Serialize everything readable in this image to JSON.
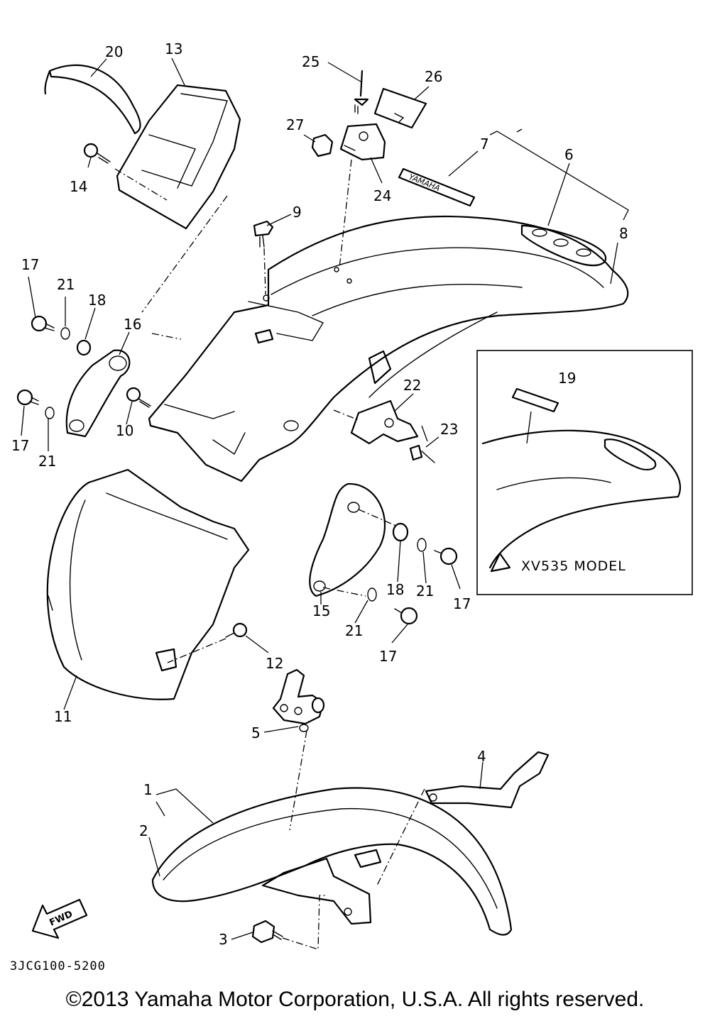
{
  "diagram": {
    "callouts": [
      {
        "id": "c20",
        "label": "20"
      },
      {
        "id": "c13",
        "label": "13"
      },
      {
        "id": "c14",
        "label": "14"
      },
      {
        "id": "c25",
        "label": "25"
      },
      {
        "id": "c26",
        "label": "26"
      },
      {
        "id": "c27",
        "label": "27"
      },
      {
        "id": "c24",
        "label": "24"
      },
      {
        "id": "c7",
        "label": "7"
      },
      {
        "id": "c6",
        "label": "6"
      },
      {
        "id": "c8",
        "label": "8"
      },
      {
        "id": "c9",
        "label": "9"
      },
      {
        "id": "c17a",
        "label": "17"
      },
      {
        "id": "c21a",
        "label": "21"
      },
      {
        "id": "c18a",
        "label": "18"
      },
      {
        "id": "c16",
        "label": "16"
      },
      {
        "id": "c17b",
        "label": "17"
      },
      {
        "id": "c21b",
        "label": "21"
      },
      {
        "id": "c10",
        "label": "10"
      },
      {
        "id": "c22",
        "label": "22"
      },
      {
        "id": "c23",
        "label": "23"
      },
      {
        "id": "c19",
        "label": "19"
      },
      {
        "id": "c18b",
        "label": "18"
      },
      {
        "id": "c21c",
        "label": "21"
      },
      {
        "id": "c17c",
        "label": "17"
      },
      {
        "id": "c15",
        "label": "15"
      },
      {
        "id": "c21d",
        "label": "21"
      },
      {
        "id": "c17d",
        "label": "17"
      },
      {
        "id": "c12",
        "label": "12"
      },
      {
        "id": "c11",
        "label": "11"
      },
      {
        "id": "c5",
        "label": "5"
      },
      {
        "id": "c4",
        "label": "4"
      },
      {
        "id": "c1",
        "label": "1"
      },
      {
        "id": "c2",
        "label": "2"
      },
      {
        "id": "c3",
        "label": "3"
      }
    ],
    "inset_caption": "XV535 MODEL",
    "fwd_label": "FWD",
    "emblem_text": "YAMAHA"
  },
  "part_code": "3JCG100-5200",
  "copyright": "©2013 Yamaha Motor Corporation, U.S.A. All rights reserved."
}
